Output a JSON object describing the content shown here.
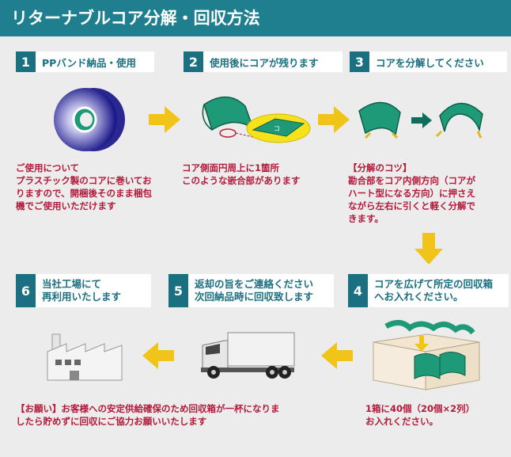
{
  "header": {
    "title": "リターナブルコア分解・回収方法"
  },
  "steps": [
    {
      "num": "1",
      "label": "PPバンド納品・使用"
    },
    {
      "num": "2",
      "label": "使用後にコアが残ります"
    },
    {
      "num": "3",
      "label": "コアを分解してください"
    },
    {
      "num": "4",
      "line1": "コアを広げて所定の回収箱",
      "line2": "へお入れください。"
    },
    {
      "num": "5",
      "line1": "返却の旨をご連絡ください",
      "line2": "次回納品時に回収致します"
    },
    {
      "num": "6",
      "line1": "当社工場にて",
      "line2": "再利用いたします"
    }
  ],
  "texts": {
    "t1": [
      "ご使用について",
      "プラスチック製のコアに巻いてお",
      "りますので、開梱後そのまま梱包",
      "機でご使用いただけます"
    ],
    "t2": [
      "コア側面円周上に1箇所",
      "このような嵌合部があります"
    ],
    "t3": [
      "【分解のコツ】",
      "勘合部をコア内側方向（コアが",
      "ハート型になる方向）に押さえ",
      "ながら左右に引くと軽く分解で",
      "きます。"
    ],
    "t4": [
      "1箱に40個（20個×2列）",
      "お入れください。"
    ],
    "t5": [
      "【お願い】お客様への安定供給確保のため回収箱が一杯になりま",
      "したら貯めずに回収にご協力お願いいたします"
    ]
  },
  "colors": {
    "teal": "#1f7f8e",
    "num_bg": "#1a6f80",
    "arrow": "#f0c419",
    "text_red": "#b5193a",
    "core_green": "#1f9a78"
  }
}
